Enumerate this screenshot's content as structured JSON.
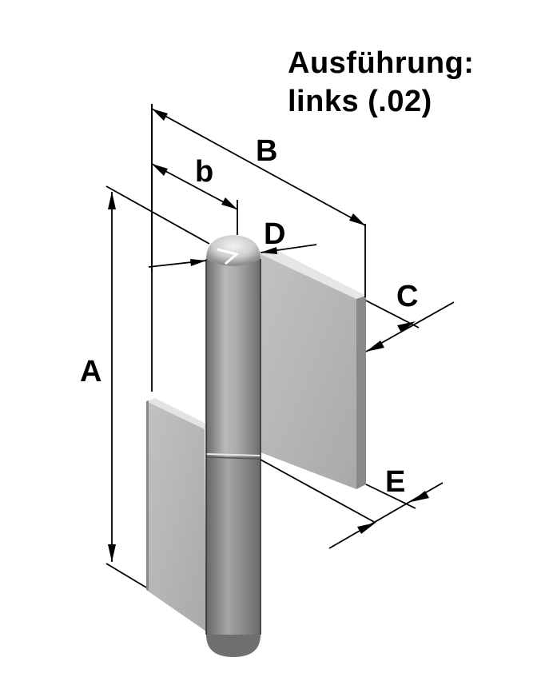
{
  "title": {
    "line1": "Ausführung:",
    "line2": "links (.02)"
  },
  "dimensions": {
    "A": "A",
    "B": "B",
    "b": "b",
    "C": "C",
    "D": "D",
    "E": "E"
  },
  "colors": {
    "line": "#000000",
    "plate_front": "#b8b8b8",
    "plate_top": "#e2e2e2",
    "plate_side": "#8a8a8a",
    "pin_dark": "#6f6f6f",
    "pin_light": "#c4c4c4"
  }
}
